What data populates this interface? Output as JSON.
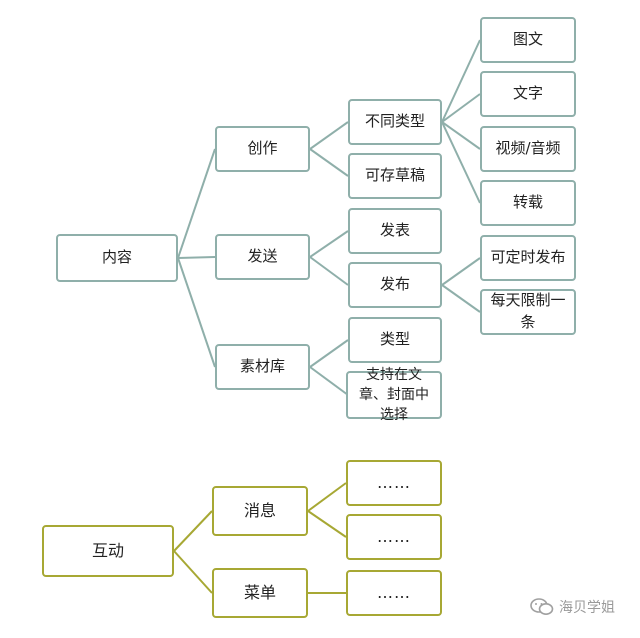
{
  "colors": {
    "tree1": "#8fafaa",
    "tree2": "#a7a834",
    "text": "#222222"
  },
  "tree1": {
    "root": "内容",
    "creation": {
      "label": "创作",
      "types": "不同类型",
      "draft": "可存草稿",
      "type_items": [
        "图文",
        "文字",
        "视频/音频",
        "转载"
      ]
    },
    "send": {
      "label": "发送",
      "post": "发表",
      "publish": "发布",
      "publish_items": [
        "可定时发布",
        "每天限制一条"
      ]
    },
    "library": {
      "label": "素材库",
      "type": "类型",
      "support": "支持在文章、封面中选择"
    }
  },
  "tree2": {
    "root": "互动",
    "message": {
      "label": "消息",
      "items": [
        "……",
        "……"
      ]
    },
    "menu": {
      "label": "菜单",
      "items": [
        "……"
      ]
    }
  },
  "watermark": {
    "icon": "wechat-icon",
    "text": "海贝学姐"
  }
}
